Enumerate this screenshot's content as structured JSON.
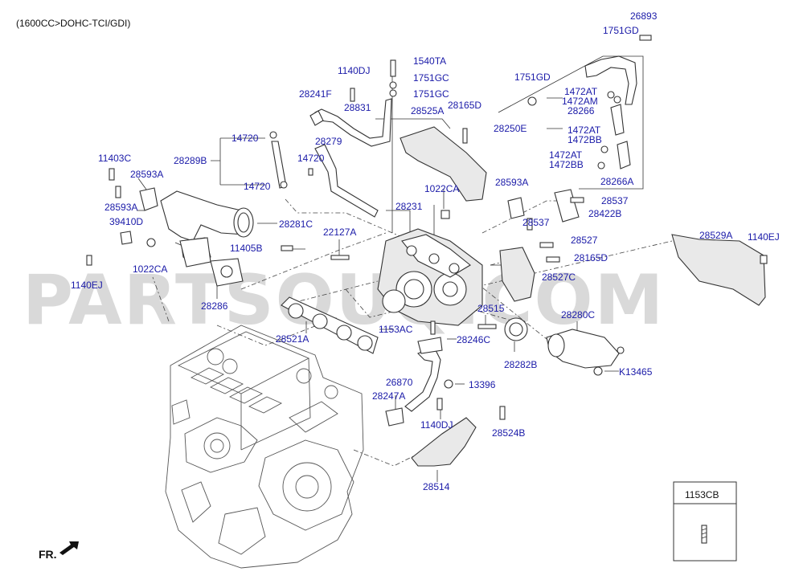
{
  "header": {
    "engine_spec": "(1600CC>DOHC-TCI/GDI)"
  },
  "watermark": {
    "text": "PARTSOUQ.COM"
  },
  "orientation": {
    "label": "FR."
  },
  "inset": {
    "part_number": "1153CB"
  },
  "labels": [
    "26893",
    "1751GD",
    "1540TA",
    "1140DJ",
    "1751GC",
    "1751GC",
    "1751GD",
    "28241F",
    "28831",
    "28165D",
    "28525A",
    "1472AT",
    "1472AM",
    "28266",
    "28250E",
    "1472AT",
    "1472BB",
    "1472AT",
    "1472BB",
    "28266A",
    "14720",
    "28279",
    "14720",
    "28289B",
    "14720",
    "11403C",
    "28593A",
    "1022CA",
    "28593A",
    "28231",
    "28593A",
    "28537",
    "28422B",
    "28537",
    "39410D",
    "28281C",
    "22127A",
    "28529A",
    "1140EJ",
    "11405B",
    "28527",
    "28165D",
    "1140EJ",
    "1022CA",
    "28527C",
    "28286",
    "28515",
    "28280C",
    "28521A",
    "1153AC",
    "28246C",
    "28282B",
    "K13465",
    "26870",
    "13396",
    "28247A",
    "1140DJ",
    "28524B",
    "28514"
  ]
}
